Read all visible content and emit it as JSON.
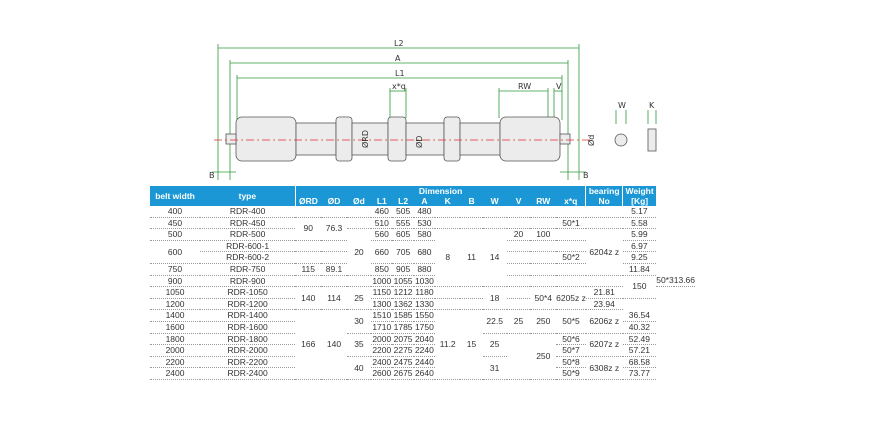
{
  "drawing": {
    "dims": {
      "l2": "L2",
      "a": "A",
      "l1": "L1",
      "rw": "RW",
      "v": "V",
      "xq": "x*q",
      "b_left": "B",
      "b_right": "B",
      "phi_rd": "ØRD",
      "phi_d": "ØD",
      "phi_sd": "Ød",
      "w": "W",
      "k": "K"
    }
  },
  "table": {
    "headers": {
      "belt_width": "belt width",
      "type": "type",
      "dimension": "Dimension",
      "bearing_1": "bearing",
      "bearing_2": "No",
      "weight_1": "Weight",
      "weight_2": "[Kg]",
      "rd": "ØRD",
      "d": "ØD",
      "sd": "Ød",
      "l1": "L1",
      "l2": "L2",
      "a": "A",
      "k": "K",
      "b": "B",
      "w": "W",
      "v": "V",
      "rw": "RW",
      "xq": "x*q"
    },
    "rows": [
      {
        "bw": "400",
        "type": "RDR-400",
        "l1": "460",
        "l2": "505",
        "a": "480",
        "wt": "5.17"
      },
      {
        "bw": "450",
        "type": "RDR-450",
        "l1": "510",
        "l2": "555",
        "a": "530",
        "wt": "5.58"
      },
      {
        "bw": "500",
        "type": "RDR-500",
        "l1": "560",
        "l2": "605",
        "a": "580",
        "wt": "5.99"
      },
      {
        "type": "RDR-600-1",
        "wt": "6.97"
      },
      {
        "type": "RDR-600-2",
        "wt": "9.25"
      },
      {
        "bw": "750",
        "type": "RDR-750",
        "l1": "850",
        "l2": "905",
        "a": "880",
        "wt": "11.84"
      },
      {
        "bw": "900",
        "type": "RDR-900",
        "l1": "1000",
        "l2": "1055",
        "a": "1030",
        "wt": "13.66"
      },
      {
        "bw": "1050",
        "type": "RDR-1050",
        "l1": "1150",
        "l2": "1212",
        "a": "1180",
        "wt": "21.81"
      },
      {
        "bw": "1200",
        "type": "RDR-1200",
        "l1": "1300",
        "l2": "1362",
        "a": "1330",
        "wt": "23.94"
      },
      {
        "bw": "1400",
        "type": "RDR-1400",
        "l1": "1510",
        "l2": "1585",
        "a": "1550",
        "wt": "36.54"
      },
      {
        "bw": "1600",
        "type": "RDR-1600",
        "l1": "1710",
        "l2": "1785",
        "a": "1750",
        "wt": "40.32"
      },
      {
        "bw": "1800",
        "type": "RDR-1800",
        "l1": "2000",
        "l2": "2075",
        "a": "2040",
        "wt": "52.49"
      },
      {
        "bw": "2000",
        "type": "RDR-2000",
        "l1": "2200",
        "l2": "2275",
        "a": "2240",
        "wt": "57.21"
      },
      {
        "bw": "2200",
        "type": "RDR-2200",
        "l1": "2400",
        "l2": "2475",
        "a": "2440",
        "wt": "68.58"
      },
      {
        "bw": "2400",
        "type": "RDR-2400",
        "l1": "2600",
        "l2": "2675",
        "a": "2640",
        "wt": "73.77"
      }
    ],
    "merged": {
      "bw_600": "600",
      "l1_600": "660",
      "l2_600": "705",
      "a_600": "680",
      "rd_90": "90",
      "d_763": "76.3",
      "rd_115": "115",
      "d_891": "89.1",
      "rd_140": "140",
      "d_114": "114",
      "rd_166": "166",
      "d_140": "140",
      "sd_20": "20",
      "sd_25": "25",
      "sd_30": "30",
      "sd_35": "35",
      "sd_40": "40",
      "k_8": "8",
      "k_112": "11.2",
      "b_11": "11",
      "b_15": "15",
      "w_14": "14",
      "w_18": "18",
      "w_225": "22.5",
      "w_25": "25",
      "w_31": "31",
      "v_20": "20",
      "v_25": "25",
      "rw_100": "100",
      "rw_150": "150",
      "rw_250a": "250",
      "rw_250b": "250",
      "xq_1": "50*1",
      "xq_2": "50*2",
      "xq_3": "50*3",
      "xq_4": "50*4",
      "xq_5": "50*5",
      "xq_6": "50*6",
      "xq_7": "50*7",
      "xq_8": "50*8",
      "xq_9": "50*9",
      "br_6204": "6204z z",
      "br_6205": "6205z z",
      "br_6206": "6206z z",
      "br_6207": "6207z z",
      "br_6308": "6308z z"
    }
  }
}
